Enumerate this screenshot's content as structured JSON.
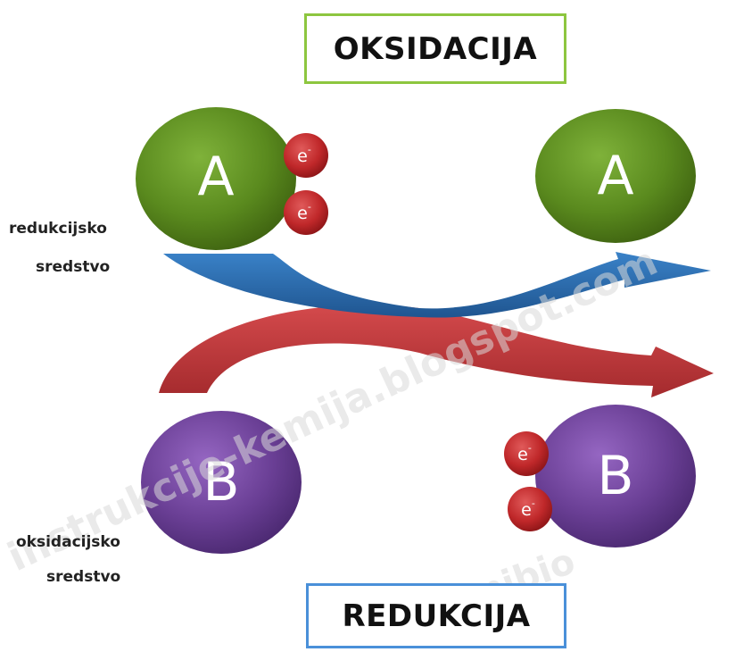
{
  "title_top": "OKSIDACIJA",
  "title_bottom": "REDUKCIJA",
  "label_reducing_agent": [
    "redukcijsko",
    "sredstvo"
  ],
  "label_oxidizing_agent": [
    "oksidacijsko",
    "sredstvo"
  ],
  "atom_a": "A",
  "atom_b": "B",
  "electron_symbol": "e",
  "electron_charge": "-",
  "watermark": "instrukcije-kemija.blogspot.com",
  "watermark_secondary": "kemibio",
  "colors": {
    "atom_a": "#5a8a1e",
    "atom_b": "#6a3f95",
    "electron": "#c0282a",
    "arrow_blue": "#2e6fb0",
    "arrow_red": "#c03a3d",
    "oxidation_border": "#8dc63f",
    "reduction_border": "#4a90d9"
  }
}
